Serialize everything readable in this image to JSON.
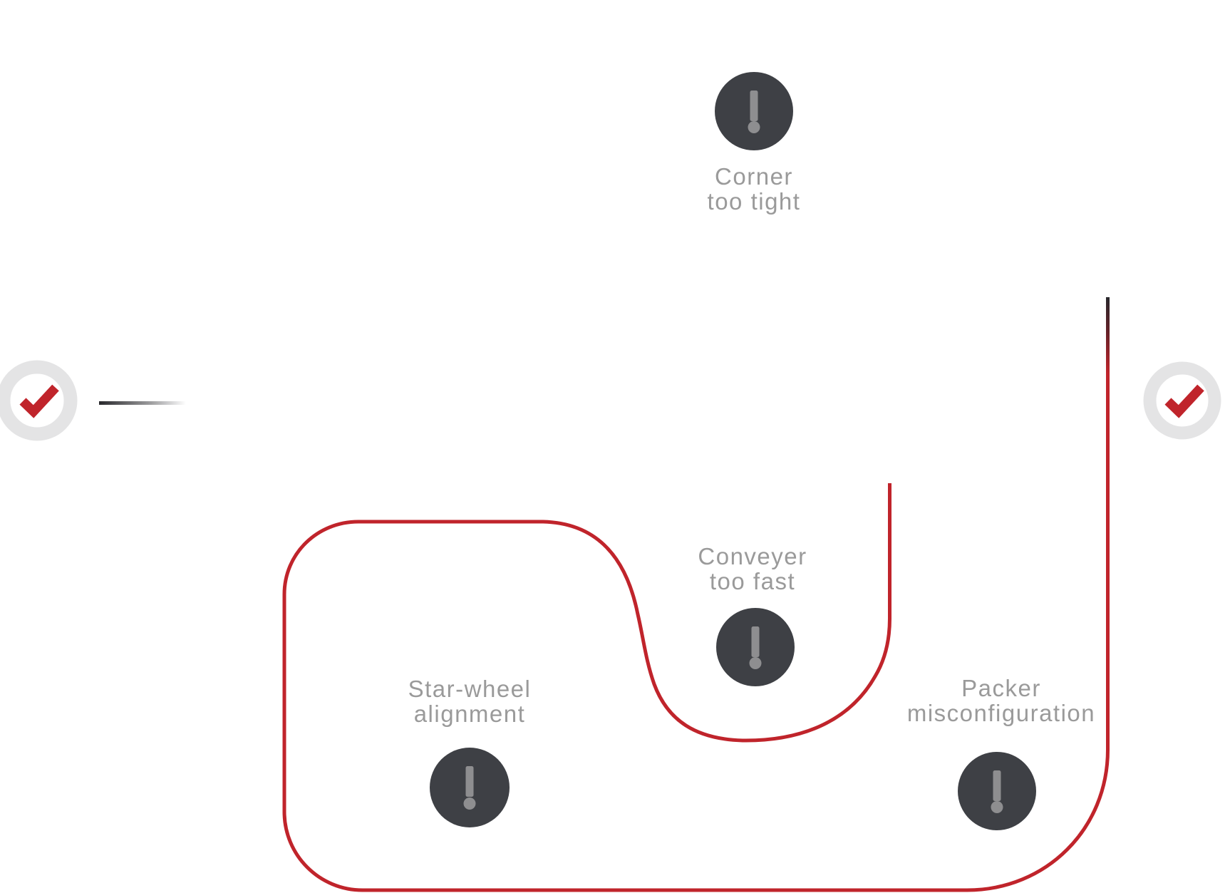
{
  "diagram": {
    "issues": [
      {
        "id": "corner-too-tight",
        "icon": "exclamation-icon",
        "label_line1": "Corner",
        "label_line2": "too tight"
      },
      {
        "id": "conveyer-too-fast",
        "icon": "exclamation-icon",
        "label_line1": "Conveyer",
        "label_line2": "too fast"
      },
      {
        "id": "star-wheel-alignment",
        "icon": "exclamation-icon",
        "label_line1": "Star-wheel",
        "label_line2": "alignment"
      },
      {
        "id": "packer-misconfiguration",
        "icon": "exclamation-icon",
        "label_line1": "Packer",
        "label_line2": "misconfiguration"
      }
    ],
    "checkpoints": {
      "start": {
        "icon": "checkmark-icon"
      },
      "end": {
        "icon": "checkmark-icon"
      }
    }
  },
  "colors": {
    "line_red": "#c0242b",
    "line_dark": "#28282c",
    "warning_circle": "#3e4045",
    "exclamation_gray": "#8e8e90",
    "label_gray": "#9a9a9a",
    "check_ring_gray": "#e4e4e5"
  }
}
